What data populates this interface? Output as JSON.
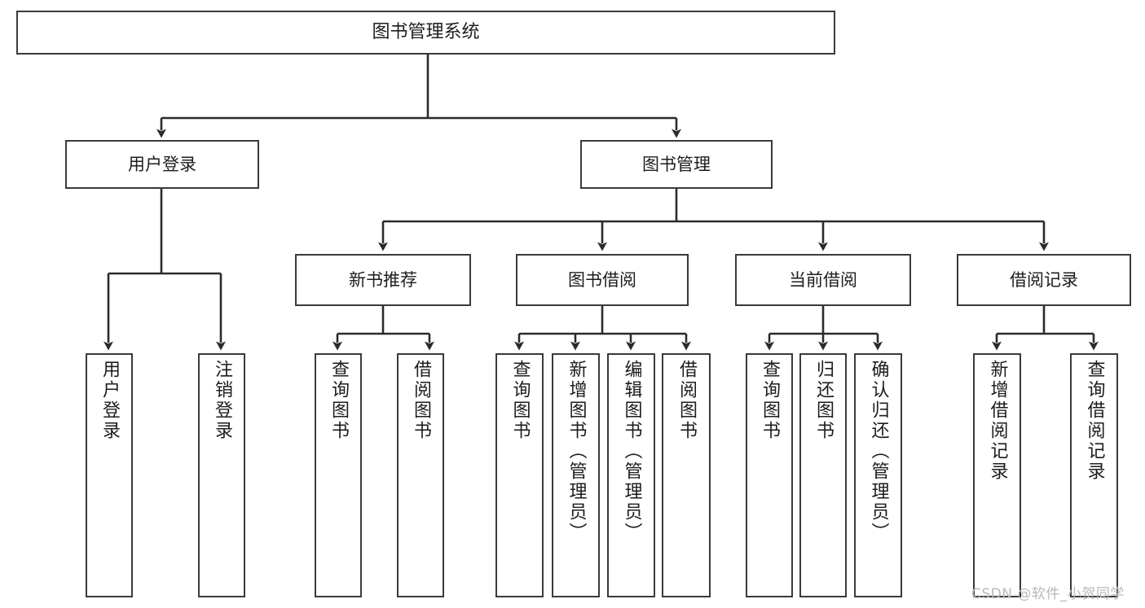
{
  "diagram": {
    "type": "tree",
    "title": "图书管理系统",
    "watermark": "CSDN @软件_小贺同学",
    "colors": {
      "box_border": "#3a3a3a",
      "box_fill": "#ffffff",
      "edge": "#2b2b2b",
      "text": "#1d1d1d",
      "watermark": "#b9b9b9",
      "background": "#ffffff"
    },
    "nodes": {
      "root": {
        "label": "图书管理系统"
      },
      "level1": [
        {
          "label": "用户登录"
        },
        {
          "label": "图书管理"
        }
      ],
      "level2": [
        {
          "label": "新书推荐"
        },
        {
          "label": "图书借阅"
        },
        {
          "label": "当前借阅"
        },
        {
          "label": "借阅记录"
        }
      ],
      "leaves": {
        "user_login": [
          {
            "label": "用户登录"
          },
          {
            "label": "注销登录"
          }
        ],
        "new_book_recommend": [
          {
            "label": "查询图书"
          },
          {
            "label": "借阅图书"
          }
        ],
        "book_borrow": [
          {
            "label": "查询图书"
          },
          {
            "label": "新增图书（管理员）"
          },
          {
            "label": "编辑图书（管理员）"
          },
          {
            "label": "借阅图书"
          }
        ],
        "current_borrow": [
          {
            "label": "查询图书"
          },
          {
            "label": "归还图书"
          },
          {
            "label": "确认归还（管理员）"
          }
        ],
        "borrow_record": [
          {
            "label": "新增借阅记录"
          },
          {
            "label": "查询借阅记录"
          }
        ]
      }
    }
  }
}
